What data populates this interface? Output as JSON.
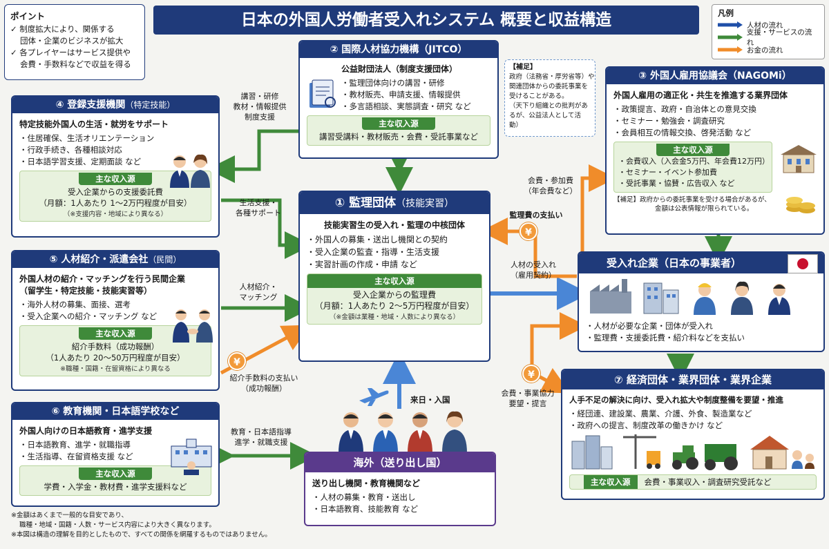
{
  "title": "日本の外国人労働者受入れシステム 概要と収益構造",
  "point": {
    "heading": "ポイント",
    "items": [
      "✓ 制度拡大により、関係する",
      "団体・企業のビジネスが拡大",
      "✓ 各プレイヤーはサービス提供や",
      "会費・手数料などで収益を得る"
    ]
  },
  "legend": {
    "heading": "凡例",
    "items": [
      {
        "label": "人材の流れ",
        "color": "#1f4fa8"
      },
      {
        "label": "支援・サービスの流れ",
        "color": "#3f8a3a"
      },
      {
        "label": "お金の流れ",
        "color": "#f08c2a"
      }
    ]
  },
  "rev_label": "主な収入源",
  "jitco": {
    "head": "② 国際人材協力機構（JITCO）",
    "desc": "公益財団法人（制度支援団体）",
    "items": [
      "監理団体向けの講習・研修",
      "教材販売、申請支援、情報提供",
      "多言語相談、実態調査・研究 など"
    ],
    "rev": "講習受講料・教材販売・会費・受託事業など"
  },
  "hosoku1": {
    "heading": "【補足】",
    "lines": [
      "政府（法務省・厚労省等）や",
      "関連団体からの委託事業を",
      "受けることがある。",
      "（天下り組織との批判があるが、公益法人として活動）"
    ]
  },
  "nagomi": {
    "head": "③ 外国人雇用協議会（NAGOMi）",
    "desc": "外国人雇用の適正化・共生を推進する業界団体",
    "items": [
      "政策提言、政府・自治体との意見交換",
      "セミナー・勉強会・調査研究",
      "会員相互の情報交換、啓発活動 など"
    ],
    "rev_items": [
      "会費収入（入会金5万円、年会費12万円）",
      "セミナー・イベント参加費",
      "受託事業・協賛・広告収入 など"
    ],
    "note": [
      "【補足】政府からの委託事業を受ける場合があるが、",
      "金額は公表情報が限られている。"
    ]
  },
  "touroku": {
    "head": "④ 登録支援機関",
    "head_sub": "（特定技能）",
    "desc": "特定技能外国人の生活・就労をサポート",
    "items": [
      "住居確保、生活オリエンテーション",
      "行政手続き、各種相談対応",
      "日本語学習支援、定期面談 など"
    ],
    "rev": [
      "受入企業からの支援委託費",
      "（月額：1人あたり 1〜2万円程度が目安）"
    ],
    "rev_note": "（※支援内容・地域により異なる）"
  },
  "kanri": {
    "head": "① 監理団体",
    "head_sub": "（技能実習）",
    "desc": "技能実習生の受入れ・監理の中核団体",
    "items": [
      "外国人の募集・送出し機関との契約",
      "受入企業の監査・指導・生活支援",
      "実習計画の作成・申請 など"
    ],
    "rev": [
      "受入企業からの監理費",
      "（月額：1人あたり 2〜5万円程度が目安）"
    ],
    "rev_note": "（※金額は業種・地域・人数により異なる）"
  },
  "jinzai": {
    "head": "⑤ 人材紹介・派遣会社",
    "head_sub": "（民間）",
    "desc": [
      "外国人材の紹介・マッチングを行う民間企業",
      "（留学生・特定技能・技能実習等）"
    ],
    "items": [
      "海外人材の募集、面接、選考",
      "受入企業への紹介・マッチング など"
    ],
    "rev": [
      "紹介手数料（成功報酬）",
      "（1人あたり 20〜50万円程度が目安）"
    ],
    "rev_note": "※職種・国籍・在留資格により異なる"
  },
  "kyouiku": {
    "head": "⑥ 教育機関・日本語学校など",
    "desc": "外国人向けの日本語教育・進学支援",
    "items": [
      "日本語教育、進学・就職指導",
      "生活指導、在留資格支援 など"
    ],
    "rev": "学費・入学金・教材費・進学支援料など"
  },
  "kaigai": {
    "head": "海外（送り出し国）",
    "desc": "送り出し機関・教育機関など",
    "items": [
      "人材の募集・教育・送出し",
      "日本語教育、技能教育 など"
    ]
  },
  "ukeire": {
    "head": "受入れ企業（日本の事業者）",
    "items": [
      "人材が必要な企業・団体が受入れ",
      "監理費・支援委託費・紹介料などを支払い"
    ]
  },
  "keizai": {
    "head": "⑦ 経済団体・業界団体・業界企業",
    "desc": "人手不足の解決に向け、受入れ拡大や制度整備を要望・推進",
    "items": [
      "経団連、建設業、農業、介護、外食、製造業など",
      "政府への提言、制度改革の働きかけ など"
    ],
    "rev": "会費・事業収入・調査研究受託など"
  },
  "flows": {
    "koushu": [
      "講習・研修",
      "教材・情報提供",
      "制度支援"
    ],
    "seikatsu": [
      "生活支援・",
      "各種サポート"
    ],
    "shoukai": [
      "人材紹介・",
      "マッチング"
    ],
    "shoukai_pay": [
      "紹介手数料の支払い",
      "（成功報酬）"
    ],
    "kyouiku": [
      "教育・日本語指導",
      "進学・就職支援"
    ],
    "rainichi": "来日・入国",
    "kanrihi": "監理費の支払い",
    "ukeire": [
      "人材の受入れ",
      "（雇用契約）"
    ],
    "kaihi": [
      "会費・参加費",
      "（年会費など）"
    ],
    "kaihi_youbou": [
      "会費・事業協力",
      "要望・提言"
    ]
  },
  "footnote": [
    "※金額はあくまで一般的な目安であり、",
    "職種・地域・国籍・人数・サービス内容により大きく異なります。",
    "※本図は構造の理解を目的としたもので、すべての関係を網羅するものではありません。"
  ],
  "icons": [
    "yen-icon",
    "airplane-icon",
    "japan-flag-icon",
    "person-icon",
    "factory-icon",
    "building-icon",
    "school-icon",
    "book-icon",
    "handshake-icon",
    "coins-icon",
    "crane-icon",
    "tractor-icon",
    "house-icon"
  ]
}
